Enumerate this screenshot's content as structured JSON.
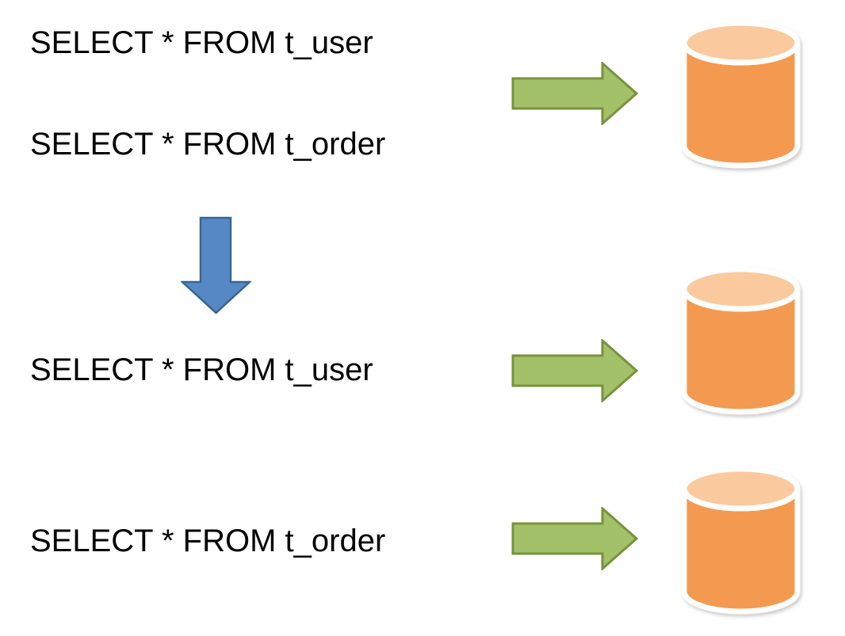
{
  "colors": {
    "background": "#FFFFFF",
    "text": "#000000",
    "green_arrow_fill": "#A3C169",
    "green_arrow_stroke": "#77933E",
    "blue_arrow_fill": "#5588C4",
    "blue_arrow_stroke": "#3A6591",
    "db_body_fill": "#F49A50",
    "db_top_fill": "#FACA9E",
    "db_outline": "#FFFFFF"
  },
  "diagram": {
    "before": {
      "queries": [
        "SELECT * FROM t_user",
        "SELECT * FROM t_order"
      ],
      "arrow": "right-arrow",
      "target": "database-cylinder"
    },
    "transition": "down-arrow",
    "after": [
      {
        "query": "SELECT * FROM t_user",
        "arrow": "right-arrow",
        "target": "database-cylinder"
      },
      {
        "query": "SELECT * FROM t_order",
        "arrow": "right-arrow",
        "target": "database-cylinder"
      }
    ]
  }
}
